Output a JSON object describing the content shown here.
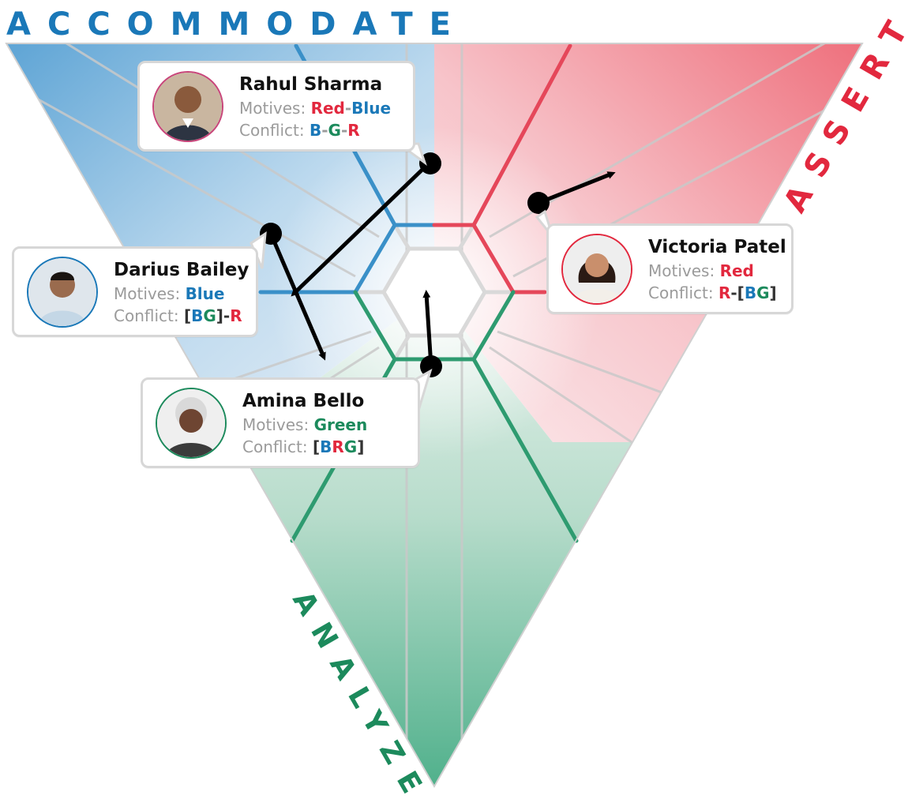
{
  "axes": {
    "accommodate": "ACCOMMODATE",
    "assert": "ASSERT",
    "analyze": "ANALYZE"
  },
  "colors": {
    "blue": "#1a78b8",
    "red": "#e2283e",
    "green": "#1c8a5c",
    "grid": "#cfcfcf",
    "arrow": "#000000"
  },
  "people": [
    {
      "name": "Rahul Sharma",
      "motives_label": "Motives:",
      "motives": [
        {
          "t": "Red",
          "c": "red"
        },
        {
          "t": "-",
          "c": "label"
        },
        {
          "t": "Blue",
          "c": "blue"
        }
      ],
      "conflict_label": "Conflict:",
      "conflict": [
        {
          "t": "B",
          "c": "blue"
        },
        {
          "t": "-",
          "c": "label"
        },
        {
          "t": "G",
          "c": "green"
        },
        {
          "t": "-",
          "c": "label"
        },
        {
          "t": "R",
          "c": "red"
        }
      ],
      "ring": "red-blue"
    },
    {
      "name": "Victoria Patel",
      "motives_label": "Motives:",
      "motives": [
        {
          "t": "Red",
          "c": "red"
        }
      ],
      "conflict_label": "Conflict:",
      "conflict": [
        {
          "t": "R",
          "c": "red"
        },
        {
          "t": "-[",
          "c": "dark"
        },
        {
          "t": "B",
          "c": "blue"
        },
        {
          "t": "G",
          "c": "green"
        },
        {
          "t": "]",
          "c": "dark"
        }
      ],
      "ring": "red"
    },
    {
      "name": "Darius Bailey",
      "motives_label": "Motives:",
      "motives": [
        {
          "t": "Blue",
          "c": "blue"
        }
      ],
      "conflict_label": "Conflict:",
      "conflict": [
        {
          "t": "[",
          "c": "dark"
        },
        {
          "t": "B",
          "c": "blue"
        },
        {
          "t": "G",
          "c": "green"
        },
        {
          "t": "]-",
          "c": "dark"
        },
        {
          "t": "R",
          "c": "red"
        }
      ],
      "ring": "blue"
    },
    {
      "name": "Amina Bello",
      "motives_label": "Motives:",
      "motives": [
        {
          "t": "Green",
          "c": "green"
        }
      ],
      "conflict_label": "Conflict:",
      "conflict": [
        {
          "t": "[",
          "c": "dark"
        },
        {
          "t": "B",
          "c": "blue"
        },
        {
          "t": "R",
          "c": "red"
        },
        {
          "t": "G",
          "c": "green"
        },
        {
          "t": "]",
          "c": "dark"
        }
      ],
      "ring": "green"
    }
  ]
}
